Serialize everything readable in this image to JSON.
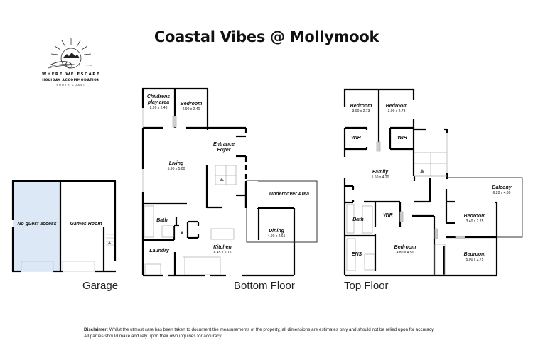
{
  "title": "Coastal Vibes @ Mollymook",
  "logo": {
    "icon": "sun-wave-mountain-logo-icon",
    "line1": "WHERE WE ESCAPE",
    "line2": "HOLIDAY ACCOMMODATION",
    "line3": "SOUTH COAST"
  },
  "colors": {
    "wall": "#000000",
    "no_access_fill": "#dde8f6",
    "text": "#111111"
  },
  "garage": {
    "label": "Garage",
    "rooms": [
      {
        "name": "No guest access",
        "dims": ""
      },
      {
        "name": "Games Room",
        "dims": ""
      }
    ]
  },
  "bottom_floor": {
    "label": "Bottom Floor",
    "rooms": [
      {
        "name": "Childrens",
        "name2": "play area",
        "dims": "2.90 x 2.40"
      },
      {
        "name": "Bedroom",
        "dims": "2.90 x 2.40"
      },
      {
        "name": "Entrance",
        "name2": "Foyer",
        "dims": ""
      },
      {
        "name": "Living",
        "dims": "5.90 x 5.00"
      },
      {
        "name": "Undercover Area",
        "dims": ""
      },
      {
        "name": "Bath",
        "dims": ""
      },
      {
        "name": "Dining",
        "dims": "4.90 x 2.65"
      },
      {
        "name": "Laundry",
        "dims": ""
      },
      {
        "name": "Kitchen",
        "dims": "6.45 x 5.15"
      }
    ]
  },
  "top_floor": {
    "label": "Top Floor",
    "rooms": [
      {
        "name": "Bedroom",
        "dims": "3.00 x 2.73"
      },
      {
        "name": "Bedroom",
        "dims": "3.00 x 2.73"
      },
      {
        "name": "WIR",
        "dims": ""
      },
      {
        "name": "WIR",
        "dims": ""
      },
      {
        "name": "Family",
        "dims": "5.60 x 4.20"
      },
      {
        "name": "Balcony",
        "dims": "6.20 x 4.80"
      },
      {
        "name": "Bath",
        "dims": ""
      },
      {
        "name": "WIR",
        "dims": ""
      },
      {
        "name": "Bedroom",
        "dims": "3.40 x 2.75"
      },
      {
        "name": "ENS",
        "dims": ""
      },
      {
        "name": "Bedroom",
        "dims": "4.80 x 4.50"
      },
      {
        "name": "Bedroom",
        "dims": "5.00 x 2.75"
      }
    ]
  },
  "disclaimer": {
    "label": "Disclaimer:",
    "line1": "Whilst the utmost care has been taken to document the measurements of the property, all dimensions are estimates only and should not be relied upon for accuracy.",
    "line2": "All parties should make and rely upon their own inquiries for accuracy."
  }
}
